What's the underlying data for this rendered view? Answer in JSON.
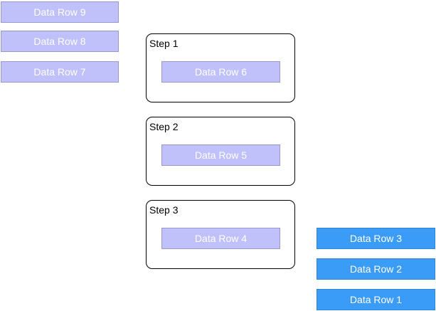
{
  "colors": {
    "row_fill_lavender": "#c0c0fa",
    "row_border_lavender": "#9898cc",
    "row_fill_blue": "#3a9cf6",
    "row_border_blue": "#2f86d6",
    "row_text": "#ffffff",
    "step_border": "#000000"
  },
  "left_stack": [
    {
      "label": "Data Row 9"
    },
    {
      "label": "Data Row 8"
    },
    {
      "label": "Data Row 7"
    }
  ],
  "steps": [
    {
      "title": "Step 1",
      "row": {
        "label": "Data Row 6"
      }
    },
    {
      "title": "Step 2",
      "row": {
        "label": "Data Row 5"
      }
    },
    {
      "title": "Step 3",
      "row": {
        "label": "Data Row 4"
      }
    }
  ],
  "right_stack": [
    {
      "label": "Data Row 3"
    },
    {
      "label": "Data Row 2"
    },
    {
      "label": "Data Row 1"
    }
  ]
}
